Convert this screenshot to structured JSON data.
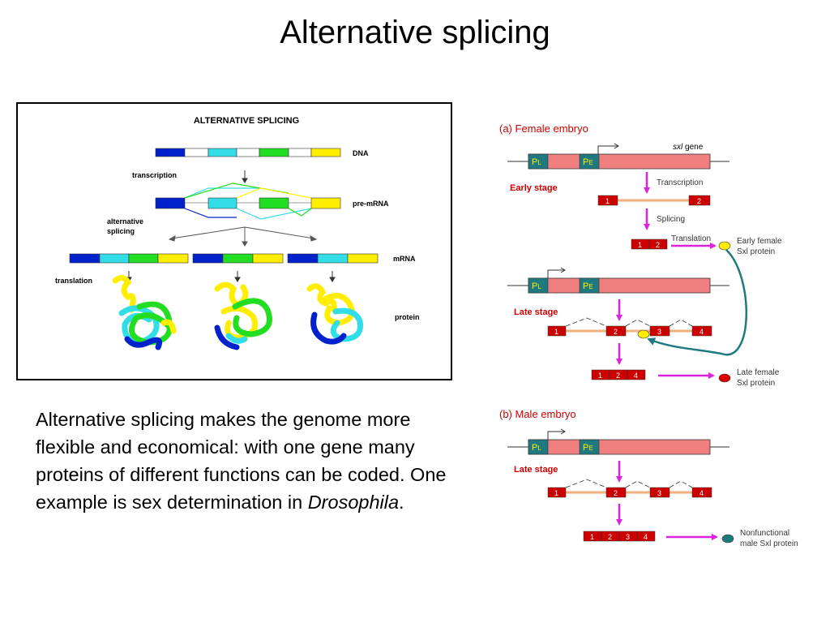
{
  "title": "Alternative splicing",
  "left_figure": {
    "title": "ALTERNATIVE SPLICING",
    "labels": {
      "dna": "DNA",
      "transcription": "transcription",
      "premrna": "pre-mRNA",
      "alt_splicing_1": "alternative",
      "alt_splicing_2": "splicing",
      "mrna": "mRNA",
      "translation": "translation",
      "protein": "protein"
    },
    "colors": {
      "blue": "#0022cc",
      "cyan": "#33dde8",
      "green": "#22dd22",
      "yellow": "#ffee00",
      "white": "#ffffff"
    }
  },
  "body": {
    "text_before": "Alternative splicing makes the genome more flexible and economical: with one gene many proteins of different functions can be coded. One example is sex determination in ",
    "italic": "Drosophila",
    "text_after": "."
  },
  "right_figure": {
    "female_title": "(a) Female embryo",
    "male_title": "(b) Male embryo",
    "gene_label_italic": "sxl",
    "gene_label_rest": " gene",
    "pl_main": "P",
    "pl_sub": "L",
    "pe_main": "P",
    "pe_sub": "E",
    "early_stage": "Early stage",
    "late_stage": "Late stage",
    "transcription": "Transcription",
    "splicing": "Splicing",
    "translation": "Translation",
    "early_female_1": "Early female",
    "early_female_2": "Sxl protein",
    "late_female_1": "Late female",
    "late_female_2": "Sxl protein",
    "nonfunc_1": "Nonfunctional",
    "nonfunc_2": "male Sxl protein",
    "exon_1": "1",
    "exon_2": "2",
    "exon_3": "3",
    "exon_4": "4",
    "colors": {
      "gene": "#f08080",
      "exon": "#cc0000",
      "promoter": "#1f7a80",
      "arrow": "#dd22dd",
      "yellow_dot": "#ffee00",
      "red_dot": "#dd0000",
      "teal_dot": "#1f7a80",
      "intron": "#f0b080",
      "stage_label": "#cc0000",
      "title": "#cc0000"
    }
  }
}
